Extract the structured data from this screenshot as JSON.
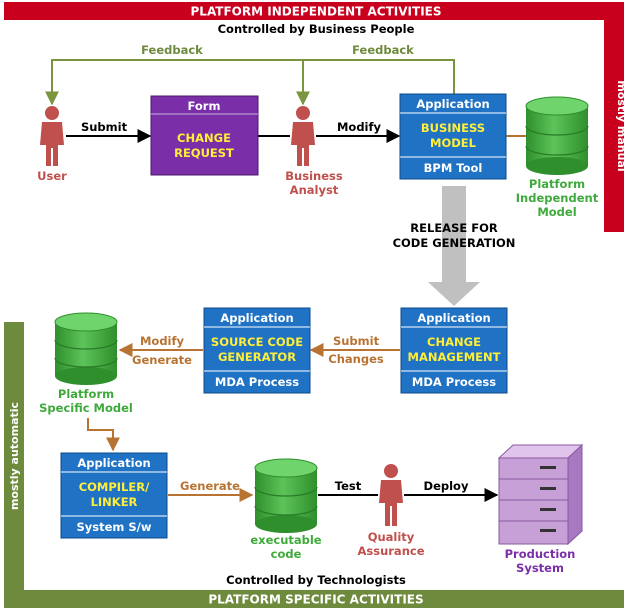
{
  "banners": {
    "top": "PLATFORM INDEPENDENT ACTIVITIES",
    "bottom": "PLATFORM SPECIFIC ACTIVITIES",
    "right_vertical": "mostly manual",
    "left_vertical": "mostly automatic"
  },
  "captions": {
    "top": "Controlled by Business People",
    "bottom": "Controlled by Technologists"
  },
  "actors": {
    "user": "User",
    "business_analyst": [
      "Business",
      "Analyst"
    ],
    "quality_assurance": [
      "Quality",
      "Assurance"
    ]
  },
  "boxes": {
    "form": {
      "header": "Form",
      "body": [
        "CHANGE",
        "REQUEST"
      ]
    },
    "business_model": {
      "header": "Application",
      "body": [
        "BUSINESS",
        "MODEL"
      ],
      "footer": "BPM Tool"
    },
    "change_management": {
      "header": "Application",
      "body": [
        "CHANGE",
        "MANAGEMENT"
      ],
      "footer": "MDA Process"
    },
    "source_code_generator": {
      "header": "Application",
      "body": [
        "SOURCE CODE",
        "GENERATOR"
      ],
      "footer": "MDA Process"
    },
    "compiler_linker": {
      "header": "Application",
      "body": [
        "COMPILER/",
        "LINKER"
      ],
      "footer": "System S/w"
    }
  },
  "databases": {
    "platform_independent_model": [
      "Platform",
      "Independent",
      "Model"
    ],
    "platform_specific_model": [
      "Platform",
      "Specific Model"
    ],
    "executable_code": [
      "executable",
      "code"
    ]
  },
  "production_system": [
    "Production",
    "System"
  ],
  "edges": {
    "submit": "Submit",
    "modify": "Modify",
    "feedback_left": "Feedback",
    "feedback_right": "Feedback",
    "release": [
      "RELEASE FOR",
      "CODE GENERATION"
    ],
    "submit_changes": [
      "Submit",
      "Changes"
    ],
    "modify_generate": [
      "Modify",
      "Generate"
    ],
    "generate": "Generate",
    "test": "Test",
    "deploy": "Deploy"
  },
  "colors": {
    "red_banner": "#c8001e",
    "green_banner": "#6e8a3c",
    "blue_box": "#1f72c4",
    "purple_box": "#7a2fa8",
    "yellow_text": "#ffef3a",
    "actor_red": "#c0504d",
    "db_green": "#3faa3c",
    "brown_arrow": "#b87333",
    "gray_arrow": "#c0c0c0",
    "server_purple": "#c8a0d8"
  }
}
